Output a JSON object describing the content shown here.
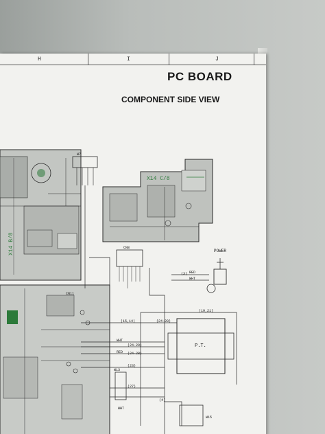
{
  "header": {
    "title": "PC BOARD",
    "subtitle": "COMPONENT SIDE VIEW",
    "columns": [
      "H",
      "I",
      "J"
    ]
  },
  "diagram": {
    "modules": {
      "left_board": "X14 B/8",
      "right_board": "X14 C/8"
    },
    "labels": {
      "power": "POWER",
      "transformer": "P.T.",
      "cn8": "CN8",
      "w7": "W7",
      "w13": "W13",
      "w15": "W15",
      "cn11": "CN11",
      "red": "RED",
      "wht": "WHT",
      "red_2": "RED",
      "wht_2": "WHT",
      "wht_3": "WHT",
      "n_19_21": "(19,21)",
      "n_15_14": "(15,14)",
      "n_24_28": "(24-28)",
      "n_24_29": "(24-29)",
      "n_23": "(23)",
      "n_27": "(27)",
      "n_3": "(3)",
      "n_4": "(4)",
      "n_24_28b": "(24-28)"
    },
    "colors": {
      "board_green": "#2c7a3a",
      "board_gray": "#b9bcb8",
      "trace": "#2a2a2a"
    }
  }
}
